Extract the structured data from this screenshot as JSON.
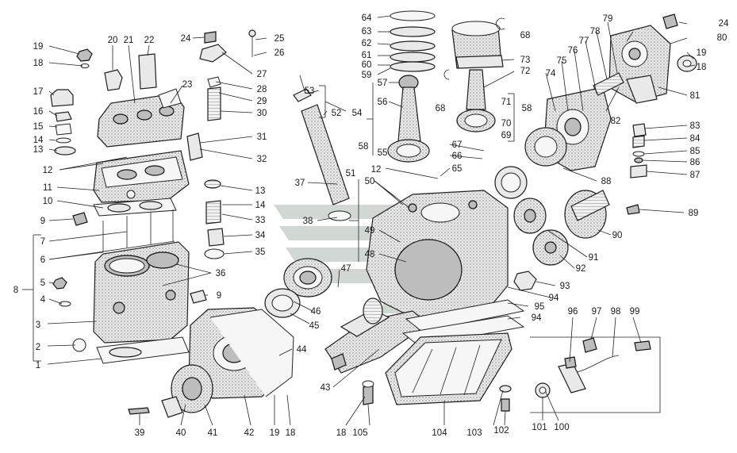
{
  "diagram": {
    "callouts": [
      {
        "id": "c1",
        "text": "1"
      },
      {
        "id": "c2",
        "text": "2"
      },
      {
        "id": "c3",
        "text": "3"
      },
      {
        "id": "c4",
        "text": "4"
      },
      {
        "id": "c5",
        "text": "5"
      },
      {
        "id": "c6",
        "text": "6"
      },
      {
        "id": "c7",
        "text": "7"
      },
      {
        "id": "c8",
        "text": "8"
      },
      {
        "id": "c9a",
        "text": "9"
      },
      {
        "id": "c9b",
        "text": "9"
      },
      {
        "id": "c10",
        "text": "10"
      },
      {
        "id": "c11",
        "text": "11"
      },
      {
        "id": "c12a",
        "text": "12"
      },
      {
        "id": "c12b",
        "text": "12"
      },
      {
        "id": "c13a",
        "text": "13"
      },
      {
        "id": "c13b",
        "text": "13"
      },
      {
        "id": "c14a",
        "text": "14"
      },
      {
        "id": "c14b",
        "text": "14"
      },
      {
        "id": "c15",
        "text": "15"
      },
      {
        "id": "c16",
        "text": "16"
      },
      {
        "id": "c17",
        "text": "17"
      },
      {
        "id": "c18a",
        "text": "18"
      },
      {
        "id": "c18b",
        "text": "18"
      },
      {
        "id": "c18c",
        "text": "18"
      },
      {
        "id": "c18d",
        "text": "18"
      },
      {
        "id": "c19a",
        "text": "19"
      },
      {
        "id": "c19b",
        "text": "19"
      },
      {
        "id": "c19c",
        "text": "19"
      },
      {
        "id": "c20",
        "text": "20"
      },
      {
        "id": "c21",
        "text": "21"
      },
      {
        "id": "c22",
        "text": "22"
      },
      {
        "id": "c23",
        "text": "23"
      },
      {
        "id": "c24a",
        "text": "24"
      },
      {
        "id": "c24b",
        "text": "24"
      },
      {
        "id": "c25",
        "text": "25"
      },
      {
        "id": "c26",
        "text": "26"
      },
      {
        "id": "c27",
        "text": "27"
      },
      {
        "id": "c28",
        "text": "28"
      },
      {
        "id": "c29",
        "text": "29"
      },
      {
        "id": "c30",
        "text": "30"
      },
      {
        "id": "c31",
        "text": "31"
      },
      {
        "id": "c32",
        "text": "32"
      },
      {
        "id": "c33",
        "text": "33"
      },
      {
        "id": "c34",
        "text": "34"
      },
      {
        "id": "c35",
        "text": "35"
      },
      {
        "id": "c36",
        "text": "36"
      },
      {
        "id": "c37",
        "text": "37"
      },
      {
        "id": "c38",
        "text": "38"
      },
      {
        "id": "c39",
        "text": "39"
      },
      {
        "id": "c40",
        "text": "40"
      },
      {
        "id": "c41",
        "text": "41"
      },
      {
        "id": "c42",
        "text": "42"
      },
      {
        "id": "c43",
        "text": "43"
      },
      {
        "id": "c44",
        "text": "44"
      },
      {
        "id": "c45",
        "text": "45"
      },
      {
        "id": "c46",
        "text": "46"
      },
      {
        "id": "c47",
        "text": "47"
      },
      {
        "id": "c48",
        "text": "48"
      },
      {
        "id": "c49",
        "text": "49"
      },
      {
        "id": "c50",
        "text": "50"
      },
      {
        "id": "c51",
        "text": "51"
      },
      {
        "id": "c52",
        "text": "52"
      },
      {
        "id": "c53",
        "text": "53"
      },
      {
        "id": "c54",
        "text": "54"
      },
      {
        "id": "c55",
        "text": "55"
      },
      {
        "id": "c56",
        "text": "56"
      },
      {
        "id": "c57",
        "text": "57"
      },
      {
        "id": "c58a",
        "text": "58"
      },
      {
        "id": "c58b",
        "text": "58"
      },
      {
        "id": "c59",
        "text": "59"
      },
      {
        "id": "c60",
        "text": "60"
      },
      {
        "id": "c61",
        "text": "61"
      },
      {
        "id": "c62",
        "text": "62"
      },
      {
        "id": "c63",
        "text": "63"
      },
      {
        "id": "c64",
        "text": "64"
      },
      {
        "id": "c65",
        "text": "65"
      },
      {
        "id": "c66",
        "text": "66"
      },
      {
        "id": "c67",
        "text": "67"
      },
      {
        "id": "c68a",
        "text": "68"
      },
      {
        "id": "c68b",
        "text": "68"
      },
      {
        "id": "c69",
        "text": "69"
      },
      {
        "id": "c70",
        "text": "70"
      },
      {
        "id": "c71",
        "text": "71"
      },
      {
        "id": "c72",
        "text": "72"
      },
      {
        "id": "c73",
        "text": "73"
      },
      {
        "id": "c74",
        "text": "74"
      },
      {
        "id": "c75",
        "text": "75"
      },
      {
        "id": "c76",
        "text": "76"
      },
      {
        "id": "c77",
        "text": "77"
      },
      {
        "id": "c78",
        "text": "78"
      },
      {
        "id": "c79",
        "text": "79"
      },
      {
        "id": "c80",
        "text": "80"
      },
      {
        "id": "c81",
        "text": "81"
      },
      {
        "id": "c82",
        "text": "82"
      },
      {
        "id": "c83",
        "text": "83"
      },
      {
        "id": "c84",
        "text": "84"
      },
      {
        "id": "c85",
        "text": "85"
      },
      {
        "id": "c86",
        "text": "86"
      },
      {
        "id": "c87",
        "text": "87"
      },
      {
        "id": "c88",
        "text": "88"
      },
      {
        "id": "c89",
        "text": "89"
      },
      {
        "id": "c90",
        "text": "90"
      },
      {
        "id": "c91",
        "text": "91"
      },
      {
        "id": "c92",
        "text": "92"
      },
      {
        "id": "c93",
        "text": "93"
      },
      {
        "id": "c94a",
        "text": "94"
      },
      {
        "id": "c94b",
        "text": "94"
      },
      {
        "id": "c95",
        "text": "95"
      },
      {
        "id": "c96",
        "text": "96"
      },
      {
        "id": "c97",
        "text": "97"
      },
      {
        "id": "c98",
        "text": "98"
      },
      {
        "id": "c99",
        "text": "99"
      },
      {
        "id": "c100",
        "text": "100"
      },
      {
        "id": "c101",
        "text": "101"
      },
      {
        "id": "c102",
        "text": "102"
      },
      {
        "id": "c103",
        "text": "103"
      },
      {
        "id": "c104",
        "text": "104"
      },
      {
        "id": "c105",
        "text": "105"
      }
    ],
    "colors": {
      "ink": "#1e1e1e",
      "fill": "#e9e9e9",
      "watermark": "#2f6a3a"
    }
  }
}
